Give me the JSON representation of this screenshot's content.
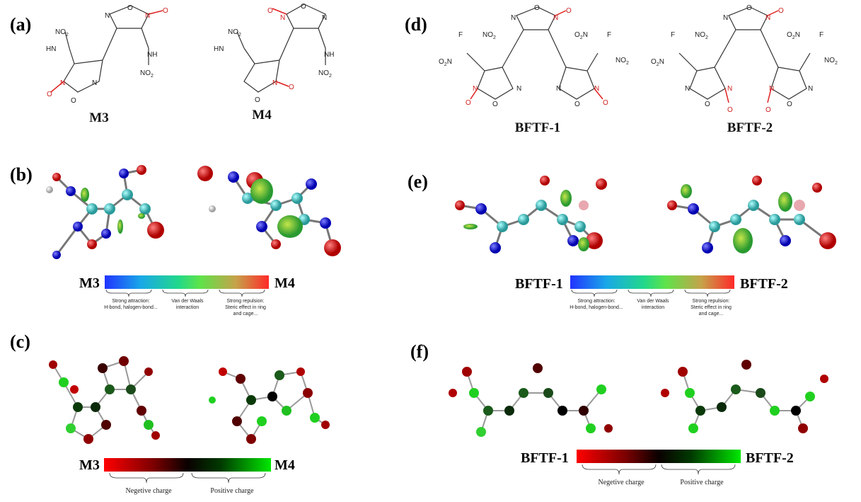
{
  "panels": {
    "a": "(a)",
    "b": "(b)",
    "c": "(c)",
    "d": "(d)",
    "e": "(e)",
    "f": "(f)"
  },
  "molecules": {
    "m3": "M3",
    "m4": "M4",
    "bftf1": "BFTF-1",
    "bftf2": "BFTF-2"
  },
  "atoms": {
    "no2": "NO",
    "no2_sub": "2",
    "o2n_o": "O",
    "o2n_sub": "2",
    "o2n_n": "N",
    "nh": "NH",
    "hn": "HN",
    "n": "N",
    "o": "O",
    "f": "F"
  },
  "nci_legend": {
    "left": "M3",
    "right": "M4",
    "left_e": "BFTF-1",
    "right_e": "BFTF-2",
    "attraction": [
      "Strong attraction:",
      "H-bond, halogen-bond..."
    ],
    "vdw": [
      "Van der Waals",
      "interaction"
    ],
    "repulsion": [
      "Strong repulsion:",
      "Steric effect in ring",
      "and cage..."
    ]
  },
  "charge_legend": {
    "left": "M3",
    "right": "M4",
    "left_f": "BFTF-1",
    "right_f": "BFTF-2",
    "negative": "Negetive charge",
    "positive": "Positive charge"
  },
  "colors": {
    "oxygen": "#d01010",
    "nitrogen": "#1a1ae0",
    "carbon": "#3fbfbf",
    "hydrogen": "#e6e6e6",
    "fluorine": "#e8a8b0",
    "highlight": "#e02020"
  }
}
